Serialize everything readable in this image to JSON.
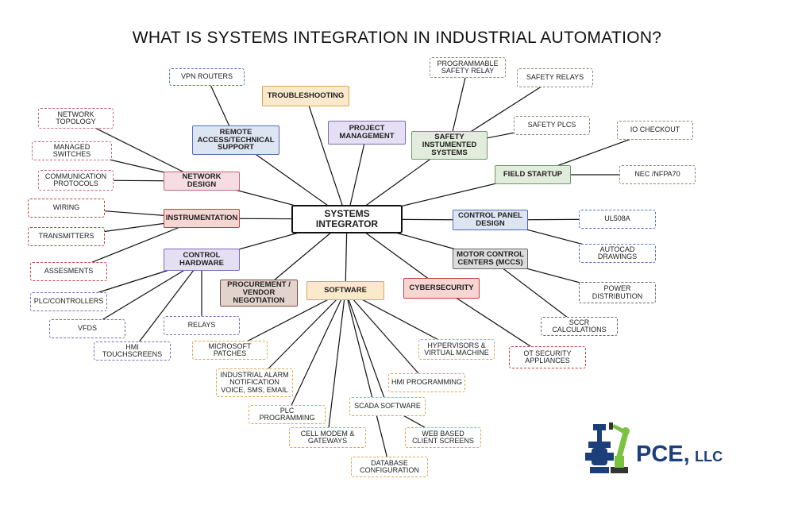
{
  "title": "WHAT IS SYSTEMS INTEGRATION IN INDUSTRIAL AUTOMATION?",
  "colors": {
    "blue": "#4f6db5",
    "blue_fill": "#dde5f3",
    "peach": "#dca552",
    "peach_fill": "#fbe9cc",
    "purple": "#7c6bb6",
    "purple_fill": "#e5dff3",
    "green": "#6b9a63",
    "green_fill": "#e2ecdc",
    "pink": "#c2667d",
    "pink_fill": "#f6dde3",
    "red": "#c0413e",
    "red_fill": "#f6d5d3",
    "gray": "#666666",
    "gray_fill": "#dcdcdc",
    "brown": "#7a4b3f",
    "brown_fill": "#e3d3cd",
    "sage": "#8a8a72",
    "tan": "#b09a6c",
    "line": "#111111"
  },
  "center": {
    "id": "center",
    "label": "SYSTEMS INTEGRATOR"
  },
  "categories": [
    {
      "id": "remote",
      "label": "REMOTE ACCESS/TECHNICAL SUPPORT",
      "color": "blue"
    },
    {
      "id": "trouble",
      "label": "TROUBLESHOOTING",
      "color": "peach"
    },
    {
      "id": "pm",
      "label": "PROJECT MANAGEMENT",
      "color": "purple"
    },
    {
      "id": "sis",
      "label": "SAFETY INSTUMENTED SYSTEMS",
      "color": "green"
    },
    {
      "id": "field",
      "label": "FIELD STARTUP",
      "color": "green"
    },
    {
      "id": "network",
      "label": "NETWORK DESIGN",
      "color": "pink"
    },
    {
      "id": "instr",
      "label": "INSTRUMENTATION",
      "color": "red"
    },
    {
      "id": "cpd",
      "label": "CONTROL PANEL DESIGN",
      "color": "blue"
    },
    {
      "id": "mcc",
      "label": "MOTOR CONTROL CENTERS (MCCs)",
      "color": "gray"
    },
    {
      "id": "hw",
      "label": "CONTROL HARDWARE",
      "color": "purple"
    },
    {
      "id": "proc",
      "label": "PROCUREMENT / VENDOR NEGOTIATION",
      "color": "brown"
    },
    {
      "id": "sw",
      "label": "SOFTWARE",
      "color": "peach"
    },
    {
      "id": "cyber",
      "label": "CYBERSECURITY",
      "color": "red"
    }
  ],
  "leaves": [
    {
      "id": "vpn",
      "label": "VPN ROUTERS",
      "parent": "remote",
      "color": "blue"
    },
    {
      "id": "psr",
      "label": "PROGRAMMABLE SAFETY RELAY",
      "parent": "sis",
      "color": "sage"
    },
    {
      "id": "sr",
      "label": "SAFETY RELAYS",
      "parent": "sis",
      "color": "sage"
    },
    {
      "id": "splc",
      "label": "SAFETY PLCS",
      "parent": "sis",
      "color": "sage"
    },
    {
      "id": "io",
      "label": "IO CHECKOUT",
      "parent": "field",
      "color": "sage"
    },
    {
      "id": "nec",
      "label": "NEC /NFPA70",
      "parent": "field",
      "color": "sage"
    },
    {
      "id": "topo",
      "label": "NETWORK TOPOLOGY",
      "parent": "network",
      "color": "pink"
    },
    {
      "id": "switch",
      "label": "MANAGED SWITCHES",
      "parent": "network",
      "color": "pink"
    },
    {
      "id": "comm",
      "label": "COMMUNICATION PROTOCOLS",
      "parent": "network",
      "color": "pink"
    },
    {
      "id": "wiring",
      "label": "WIRING",
      "parent": "instr",
      "color": "red"
    },
    {
      "id": "xmit",
      "label": "TRANSMITTERS",
      "parent": "instr",
      "color": "red"
    },
    {
      "id": "assess",
      "label": "ASSESMENTS",
      "parent": "instr",
      "color": "red"
    },
    {
      "id": "ul",
      "label": "UL508A",
      "parent": "cpd",
      "color": "blue"
    },
    {
      "id": "acad",
      "label": "AUTOCAD DRAWINGS",
      "parent": "cpd",
      "color": "blue"
    },
    {
      "id": "power",
      "label": "POWER DISTRIBUTION",
      "parent": "mcc",
      "color": "gray"
    },
    {
      "id": "sccr",
      "label": "SCCR CALCULATIONS",
      "parent": "mcc",
      "color": "gray"
    },
    {
      "id": "plcctl",
      "label": "PLC/CONTROLLERS",
      "parent": "hw",
      "color": "purple"
    },
    {
      "id": "vfd",
      "label": "VFDS",
      "parent": "hw",
      "color": "purple"
    },
    {
      "id": "hmits",
      "label": "HMI TOUCHSCREENS",
      "parent": "hw",
      "color": "purple"
    },
    {
      "id": "relays",
      "label": "RELAYS",
      "parent": "hw",
      "color": "purple"
    },
    {
      "id": "ms",
      "label": "MICROSOFT PATCHES",
      "parent": "sw",
      "color": "peach"
    },
    {
      "id": "alarm",
      "label": "INDUSTRIAL ALARM NOTIFICATION VOICE, SMS, EMAIL",
      "parent": "sw",
      "color": "peach"
    },
    {
      "id": "plcprog",
      "label": "PLC PROGRAMMING",
      "parent": "sw",
      "color": "peach"
    },
    {
      "id": "modem",
      "label": "CELL MODEM & GATEWAYS",
      "parent": "sw",
      "color": "peach"
    },
    {
      "id": "db",
      "label": "DATABASE CONFIGURATION",
      "parent": "sw",
      "color": "peach"
    },
    {
      "id": "scada",
      "label": "SCADA SOFTWARE",
      "parent": "sw",
      "color": "peach"
    },
    {
      "id": "web",
      "label": "WEB BASED CLIENT SCREENS",
      "parent": "scada",
      "color": "peach"
    },
    {
      "id": "hmiprog",
      "label": "HMI PROGRAMMING",
      "parent": "sw",
      "color": "peach"
    },
    {
      "id": "hyper",
      "label": "HYPERVISORS & VIRTUAL MACHINE",
      "parent": "sw",
      "color": "peach"
    },
    {
      "id": "ot",
      "label": "OT SECURITY APPLIANCES",
      "parent": "cyber",
      "color": "red"
    }
  ],
  "logo": {
    "name": "PCE,",
    "suffix": "LLC",
    "icon_color": "#1c3f7a",
    "robot_color": "#7cc242"
  }
}
